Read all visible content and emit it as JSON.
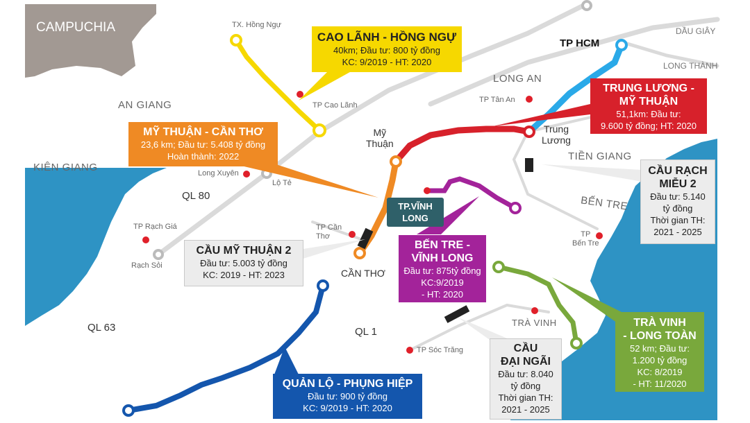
{
  "colors": {
    "cao_lanh_hong_ngu": "#f6d800",
    "my_thuan_can_tho": "#ef8a24",
    "trung_luong_my_thuan": "#d7212b",
    "tp_hcm_link": "#2aa9e8",
    "ben_tre_vinh_long": "#a3239a",
    "tra_vinh_long_toan": "#79a83c",
    "quan_lo_phung_hiep": "#1456ad",
    "city_dot": "#e0202a",
    "land": "#ffffff",
    "water": "#2e93c4",
    "cambodia": "#a29993"
  },
  "regions": {
    "campuchia": "CAMPUCHIA",
    "an_giang": "AN GIANG",
    "kien_giang": "KIÊN GIANG",
    "long_an": "LONG AN",
    "tien_giang": "TIỀN GIANG",
    "ben_tre": "BẾN TRE",
    "tra_vinh": "TRÀ VINH"
  },
  "roads": {
    "ql80": "QL 80",
    "ql63": "QL 63",
    "ql1": "QL 1",
    "dau_giay": "DẦU GIÂY",
    "long_thanh": "LONG THÀNH"
  },
  "cities": {
    "tp_hcm": "TP HCM",
    "hong_ngu": "TX. Hồng Ngự",
    "cao_lanh": "TP Cao Lãnh",
    "tan_an": "TP Tân An",
    "my_thuan": "Mỹ\nThuận",
    "trung_luong": "Trung\nLương",
    "long_xuyen": "Long Xuyên",
    "lo_te": "Lộ Tẻ",
    "rach_gia": "TP Rạch Giá",
    "rach_soi": "Rạch Sỏi",
    "can_tho_city": "TP Cần\nThơ",
    "can_tho": "CẦN THƠ",
    "tp_ben_tre": "TP\nBến Tre",
    "tra_vinh_city": "TRÀ VINH",
    "soc_trang": "TP Sóc Trăng",
    "vinh_long": "TP.VĨNH\nLONG"
  },
  "projects": {
    "cao_lanh": {
      "title": "CAO LÃNH - HỒNG NGỰ",
      "lines": [
        "40km; Đầu tư: 800 tỷ đồng",
        "KC: 9/2019  - HT: 2020"
      ]
    },
    "my_thuan_can_tho": {
      "title": "MỸ THUẬN - CẦN THƠ",
      "lines": [
        "23,6 km; Đầu tư: 5.408 tỷ đồng",
        "Hoàn thành: 2022"
      ]
    },
    "trung_luong": {
      "title": "TRUNG LƯƠNG -\nMỸ THUẬN",
      "lines": [
        "51,1km: Đầu tư:",
        "9.600 tỷ đồng;  HT: 2020"
      ]
    },
    "cau_rach_mieu": {
      "title": "CẦU RẠCH\nMIỄU 2",
      "lines": [
        "Đầu tư: 5.140",
        "tỷ đồng",
        "Thời gian TH:",
        "2021 - 2025"
      ]
    },
    "cau_my_thuan": {
      "title": "CẦU MỸ THUẬN 2",
      "lines": [
        "Đầu tư: 5.003 tỷ đồng",
        "KC: 2019 - HT: 2023"
      ]
    },
    "ben_tre_vinh_long": {
      "title": "BẾN TRE -\nVĨNH LONG",
      "lines": [
        "Đầu tư: 875tỷ đồng",
        "KC:9/2019",
        "- HT: 2020"
      ]
    },
    "tra_vinh_long_toan": {
      "title": "TRÀ VINH\n- LONG TOÀN",
      "lines": [
        "52 km; Đầu tư:",
        "1.200 tỷ đồng",
        "KC: 8/2019",
        "- HT: 11/2020"
      ]
    },
    "cau_dai_ngai": {
      "title": "CẦU\nĐẠI NGÃI",
      "lines": [
        "Đầu tư: 8.040",
        "tỷ đồng",
        "Thời gian TH:",
        "2021 - 2025"
      ]
    },
    "quan_lo": {
      "title": "QUẢN LỘ - PHỤNG HIỆP",
      "lines": [
        "Đầu tư: 900 tỷ đồng",
        "KC: 9/2019  - HT: 2020"
      ]
    }
  }
}
